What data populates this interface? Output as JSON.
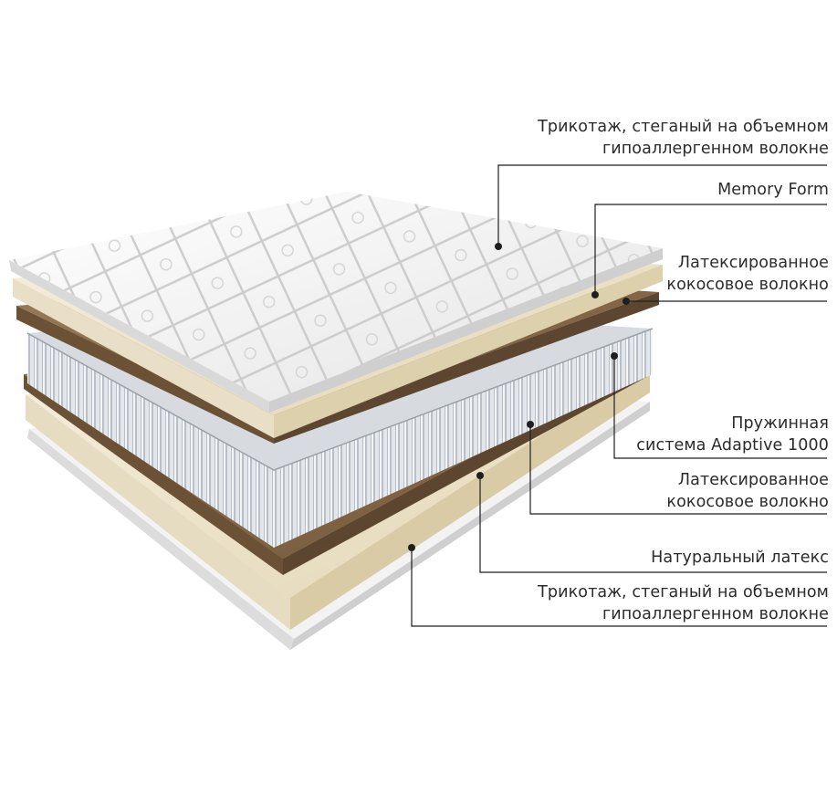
{
  "layers": [
    {
      "id": "top-knit",
      "lines": [
        "Трикотаж, стеганый на объемном",
        "гипоаллергенном волокне"
      ]
    },
    {
      "id": "memory-form",
      "lines": [
        "Memory Form"
      ]
    },
    {
      "id": "coconut-top",
      "lines": [
        "Латексированное",
        "кокосовое волокно"
      ]
    },
    {
      "id": "spring-system",
      "lines": [
        "Пружинная",
        "система Adaptive 1000"
      ]
    },
    {
      "id": "coconut-bottom",
      "lines": [
        "Латексированное",
        "кокосовое волокно"
      ]
    },
    {
      "id": "latex",
      "lines": [
        "Натуральный латекс"
      ]
    },
    {
      "id": "bottom-knit",
      "lines": [
        "Трикотаж, стеганый на объемном",
        "гипоаллергенном волокне"
      ]
    }
  ],
  "colors": {
    "leader": "#1f1f1f",
    "text": "#2b2b2b",
    "knit": "#f2f2f2",
    "foam": "#efe6cf",
    "coconut": "#8a6e4e",
    "spring": "#cfd3d8"
  }
}
